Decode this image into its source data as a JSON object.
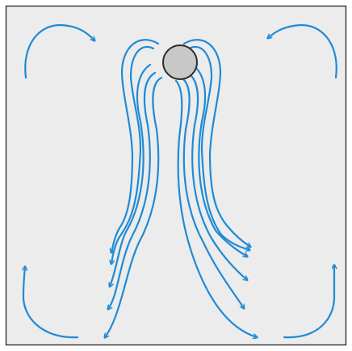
{
  "diagram": {
    "colors": {
      "background": "#ececec",
      "frame": "#222222",
      "flow_line": "#1f8ad6",
      "sphere_fill": "#c8c8c8",
      "sphere_stroke": "#2b2b2b"
    },
    "line_count": 10,
    "arrow_style": "open-chevron",
    "object": "circle",
    "symmetry": "mirror-vertical-axis"
  }
}
